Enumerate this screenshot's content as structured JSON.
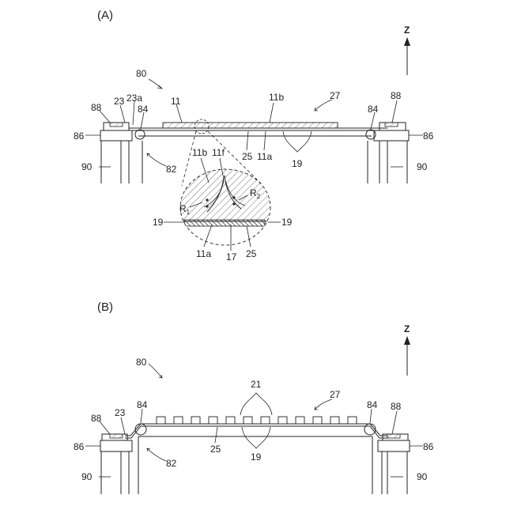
{
  "panel_a": {
    "title": "(A)",
    "axis": "Z",
    "labels": {
      "l80": "80",
      "l88L": "88",
      "l23": "23",
      "l23a": "23a",
      "l84L": "84",
      "l11": "11",
      "l11b": "11b",
      "l27": "27",
      "l84R": "84",
      "l88R": "88",
      "l86L": "86",
      "l86R": "86",
      "l25": "25",
      "l11a": "11a",
      "l19": "19",
      "l90L": "90",
      "l90R": "90",
      "l82": "82"
    },
    "detail": {
      "l11b": "11b",
      "l11f": "11f",
      "r1": "R",
      "r1sub": "1",
      "r2": "R",
      "r2sub": "2",
      "l19L": "19",
      "l19R": "19",
      "l11a": "11a",
      "l17": "17",
      "l25": "25"
    }
  },
  "panel_b": {
    "title": "(B)",
    "axis": "Z",
    "labels": {
      "l80": "80",
      "l21": "21",
      "l27": "27",
      "l88L": "88",
      "l23": "23",
      "l84L": "84",
      "l84R": "84",
      "l88R": "88",
      "l86L": "86",
      "l86R": "86",
      "l25": "25",
      "l19": "19",
      "l82": "82",
      "l90L": "90",
      "l90R": "90"
    }
  }
}
